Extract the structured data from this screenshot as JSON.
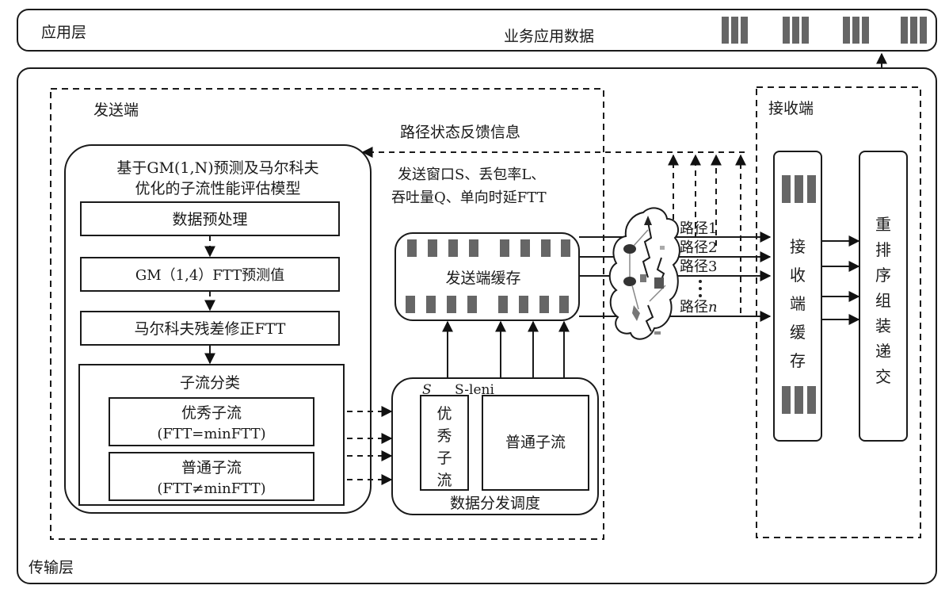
{
  "app_layer": {
    "label": "应用层",
    "data_label": "业务应用数据",
    "packet_groups": 4
  },
  "transport_layer": {
    "label": "传输层"
  },
  "sender": {
    "label": "发送端",
    "feedback_label": "路径状态反馈信息",
    "feedback_metrics_line1": "发送窗口S、丢包率L、",
    "feedback_metrics_line2": "吞吐量Q、单向时延FTT",
    "model": {
      "title_line1": "基于GM(1,N)预测及马尔科夫",
      "title_line2": "优化的子流性能评估模型",
      "steps": [
        "数据预处理",
        "GM（1,4）FTT预测值",
        "马尔科夫残差修正FTT"
      ],
      "classification": {
        "title": "子流分类",
        "excellent": {
          "name": "优秀子流",
          "condition": "(FTT=minFTT)"
        },
        "normal": {
          "name": "普通子流",
          "condition": "(FTT≠minFTT)"
        }
      }
    },
    "send_buffer": {
      "label": "发送端缓存"
    },
    "scheduler": {
      "label": "数据分发调度",
      "s_label": "S",
      "s_leni_label": "S-leni",
      "excellent_label": "优秀子流",
      "normal_label": "普通子流"
    }
  },
  "network": {
    "paths": [
      "路径1",
      "路径2",
      "路径3",
      "路径n"
    ],
    "ellipsis": "⋮"
  },
  "receiver": {
    "label": "接收端",
    "buffer_label": "接收端缓存",
    "reorder_label": "重排序组装递交"
  }
}
